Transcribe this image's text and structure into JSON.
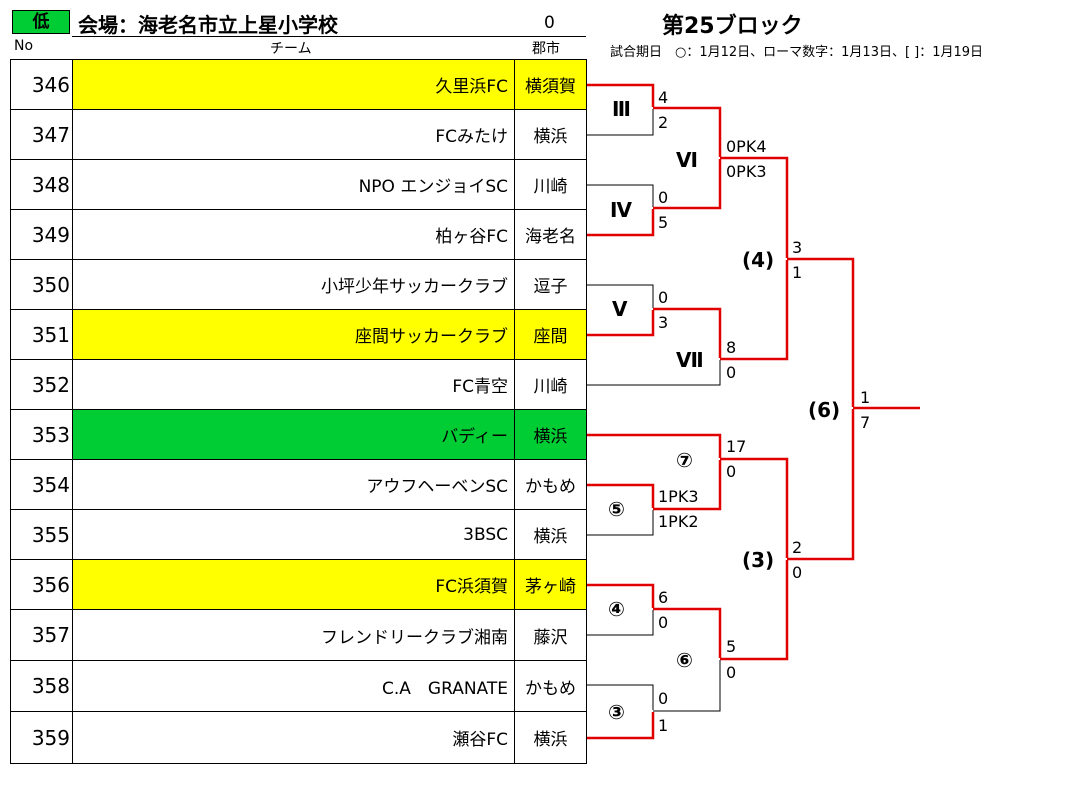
{
  "header": {
    "level_badge": "低",
    "venue": "会場：海老名市立上星小学校",
    "zero": "0",
    "block_title": "第25ブロック",
    "legend": "試合期日　○：1月12日、ローマ数字：1月13日、[ ]：1月19日",
    "col_no": "No",
    "col_team": "チーム",
    "col_city": "郡市"
  },
  "colors": {
    "yellow": "#ffff00",
    "green": "#00cc33",
    "winner_line": "#e00000"
  },
  "teams": [
    {
      "no": "346",
      "name": "久里浜FC",
      "city": "横須賀",
      "highlight": "yellow"
    },
    {
      "no": "347",
      "name": "FCみたけ",
      "city": "横浜",
      "highlight": "none"
    },
    {
      "no": "348",
      "name": "NPO エンジョイSC",
      "city": "川崎",
      "highlight": "none"
    },
    {
      "no": "349",
      "name": "柏ヶ谷FC",
      "city": "海老名",
      "highlight": "none"
    },
    {
      "no": "350",
      "name": "小坪少年サッカークラブ",
      "city": "逗子",
      "highlight": "none"
    },
    {
      "no": "351",
      "name": "座間サッカークラブ",
      "city": "座間",
      "highlight": "yellow"
    },
    {
      "no": "352",
      "name": "FC青空",
      "city": "川崎",
      "highlight": "none"
    },
    {
      "no": "353",
      "name": "バディー",
      "city": "横浜",
      "highlight": "green"
    },
    {
      "no": "354",
      "name": "アウフヘーベンSC",
      "city": "かもめ",
      "highlight": "none"
    },
    {
      "no": "355",
      "name": "3BSC",
      "city": "横浜",
      "highlight": "none"
    },
    {
      "no": "356",
      "name": "FC浜須賀",
      "city": "茅ヶ崎",
      "highlight": "yellow"
    },
    {
      "no": "357",
      "name": "フレンドリークラブ湘南",
      "city": "藤沢",
      "highlight": "none"
    },
    {
      "no": "358",
      "name": "C.A　GRANATE",
      "city": "かもめ",
      "highlight": "none"
    },
    {
      "no": "359",
      "name": "瀬谷FC",
      "city": "横浜",
      "highlight": "none"
    }
  ],
  "matches": [
    {
      "label": "Ⅲ",
      "top": "4",
      "bottom": "2"
    },
    {
      "label": "Ⅳ",
      "top": "0",
      "bottom": "5"
    },
    {
      "label": "Ⅴ",
      "top": "0",
      "bottom": "3"
    },
    {
      "label": "⑤",
      "top": "1PK3",
      "bottom": "1PK2"
    },
    {
      "label": "④",
      "top": "6",
      "bottom": "0"
    },
    {
      "label": "③",
      "top": "0",
      "bottom": "1"
    },
    {
      "label": "Ⅵ",
      "top": "0PK4",
      "bottom": "0PK3"
    },
    {
      "label": "Ⅶ",
      "top": "8",
      "bottom": "0"
    },
    {
      "label": "⑦",
      "top": "17",
      "bottom": "0"
    },
    {
      "label": "⑥",
      "top": "5",
      "bottom": "0"
    },
    {
      "label": "(4)",
      "top": "3",
      "bottom": "1"
    },
    {
      "label": "(3)",
      "top": "2",
      "bottom": "0"
    },
    {
      "label": "(6)",
      "top": "1",
      "bottom": "7"
    }
  ]
}
